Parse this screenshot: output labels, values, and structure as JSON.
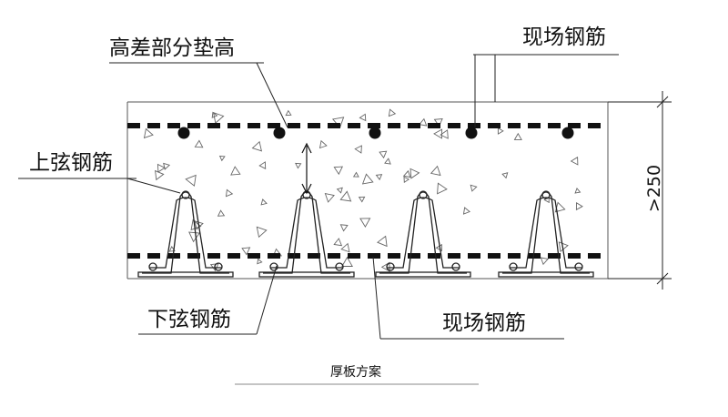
{
  "labels": {
    "raised_pad": "高差部分垫高",
    "site_rebar_top": "现场钢筋",
    "top_chord": "上弦钢筋",
    "bottom_chord": "下弦钢筋",
    "site_rebar_bottom": "现场钢筋",
    "dimension": ">250",
    "caption": "厚板方案"
  },
  "colors": {
    "line": "#111111",
    "slab_edge": "#555555"
  }
}
